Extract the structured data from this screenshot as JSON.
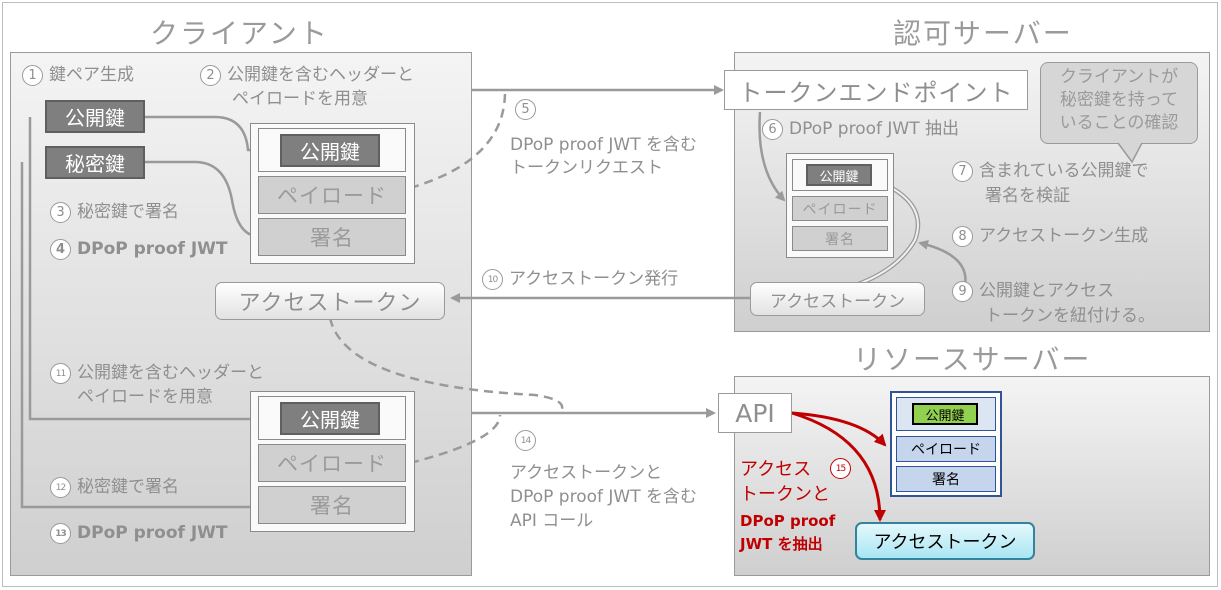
{
  "client": {
    "title": "クライアント",
    "step1": {
      "num": "1",
      "label": "鍵ペア生成"
    },
    "step2": {
      "num": "2",
      "line1": "公開鍵を含むヘッダーと",
      "line2": "ペイロードを用意"
    },
    "step3": {
      "num": "3",
      "label": "秘密鍵で署名"
    },
    "step4": {
      "num": "4",
      "label": "DPoP proof JWT"
    },
    "public_key": "公開鍵",
    "private_key": "秘密鍵",
    "jwt": {
      "header": "公開鍵",
      "payload": "ペイロード",
      "signature": "署名"
    },
    "access_token": "アクセストークン",
    "step11": {
      "num": "11",
      "line1": "公開鍵を含むヘッダーと",
      "line2": "ペイロードを用意"
    },
    "step12": {
      "num": "12",
      "label": "秘密鍵で署名"
    },
    "step13": {
      "num": "13",
      "label": "DPoP proof JWT"
    },
    "jwt2": {
      "header": "公開鍵",
      "payload": "ペイロード",
      "signature": "署名"
    }
  },
  "flow": {
    "step5": {
      "num": "5",
      "line1": "DPoP proof JWT を含む",
      "line2": "トークンリクエスト"
    },
    "step10": {
      "num": "10",
      "label": "アクセストークン発行"
    },
    "step14": {
      "num": "14",
      "line1": "アクセストークンと",
      "line2": "DPoP proof JWT を含む",
      "line3": "API コール"
    }
  },
  "auth_server": {
    "title": "認可サーバー",
    "token_endpoint": "トークンエンドポイント",
    "bubble": {
      "line1": "クライアントが",
      "line2": "秘密鍵を持って",
      "line3": "いることの確認"
    },
    "step6": {
      "num": "6",
      "label": "DPoP proof JWT 抽出"
    },
    "step7": {
      "num": "7",
      "line1": "含まれている公開鍵で",
      "line2": "署名を検証"
    },
    "step8": {
      "num": "8",
      "label": "アクセストークン生成"
    },
    "step9": {
      "num": "9",
      "line1": "公開鍵とアクセス",
      "line2": "トークンを紐付ける。"
    },
    "jwt": {
      "header": "公開鍵",
      "payload": "ペイロード",
      "signature": "署名"
    },
    "access_token": "アクセストークン"
  },
  "resource_server": {
    "title": "リソースサーバー",
    "api": "API",
    "step15": {
      "num": "15",
      "line1": "アクセス",
      "line2": "トークンと",
      "line3": "DPoP proof",
      "line4": "JWT を抽出"
    },
    "jwt": {
      "header": "公開鍵",
      "payload": "ペイロード",
      "signature": "署名"
    },
    "access_token": "アクセストークン"
  },
  "colors": {
    "accent_red": "#c00000",
    "blue_border": "#2f5597",
    "green_key": "#92d050",
    "cyan_token": "#bdeef7"
  }
}
